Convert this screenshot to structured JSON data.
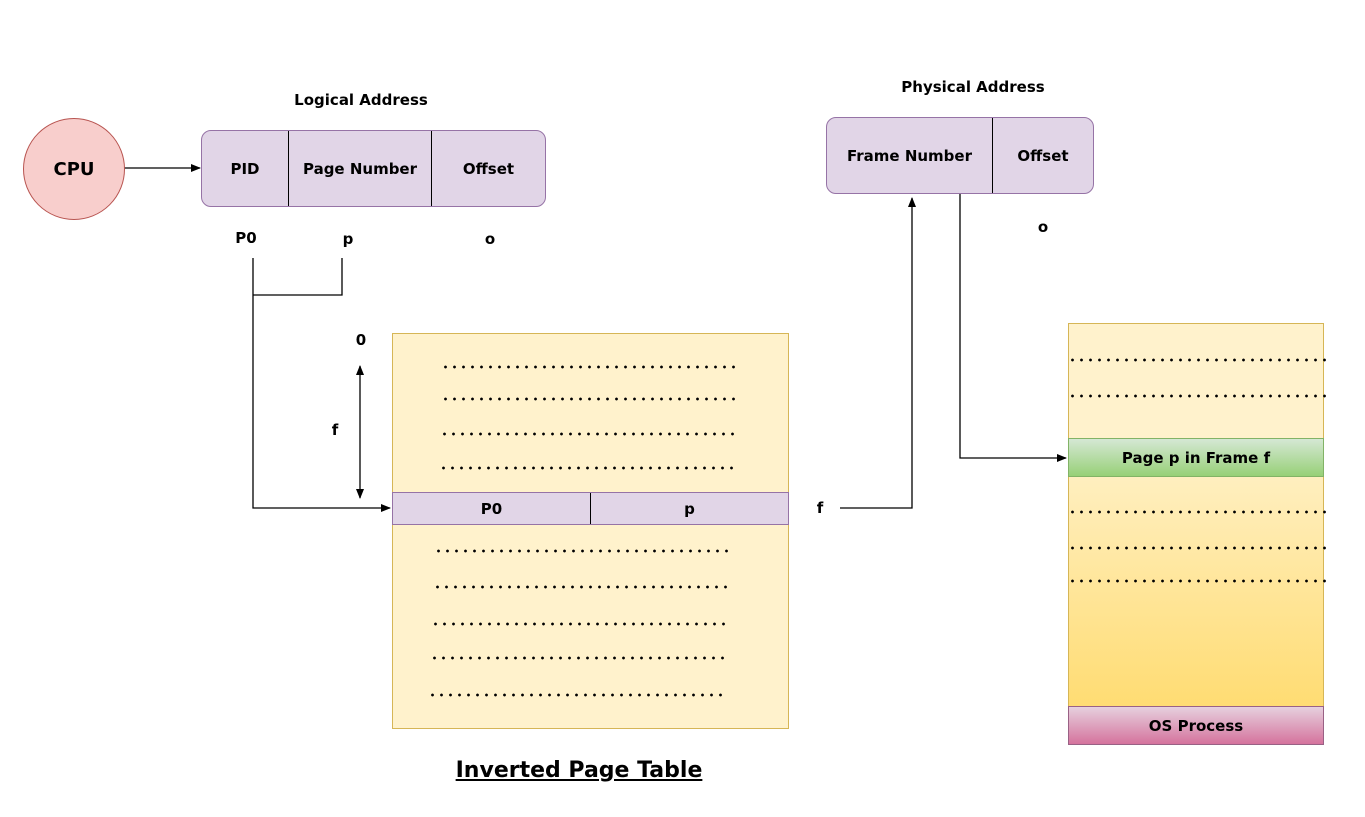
{
  "cpu": {
    "label": "CPU"
  },
  "logical_address": {
    "title": "Logical Address",
    "fields": [
      "PID",
      "Page Number",
      "Offset"
    ],
    "values": [
      "P0",
      "p",
      "o"
    ]
  },
  "physical_address": {
    "title": "Physical Address",
    "fields": [
      "Frame Number",
      "Offset"
    ],
    "offset_value": "o"
  },
  "page_table": {
    "index_start": "0",
    "index_marker": "f",
    "entry": [
      "P0",
      "p"
    ],
    "output_label": "f"
  },
  "memory": {
    "frame_label": "Page p in Frame f",
    "os_label": "OS Process"
  },
  "caption": "Inverted Page Table"
}
